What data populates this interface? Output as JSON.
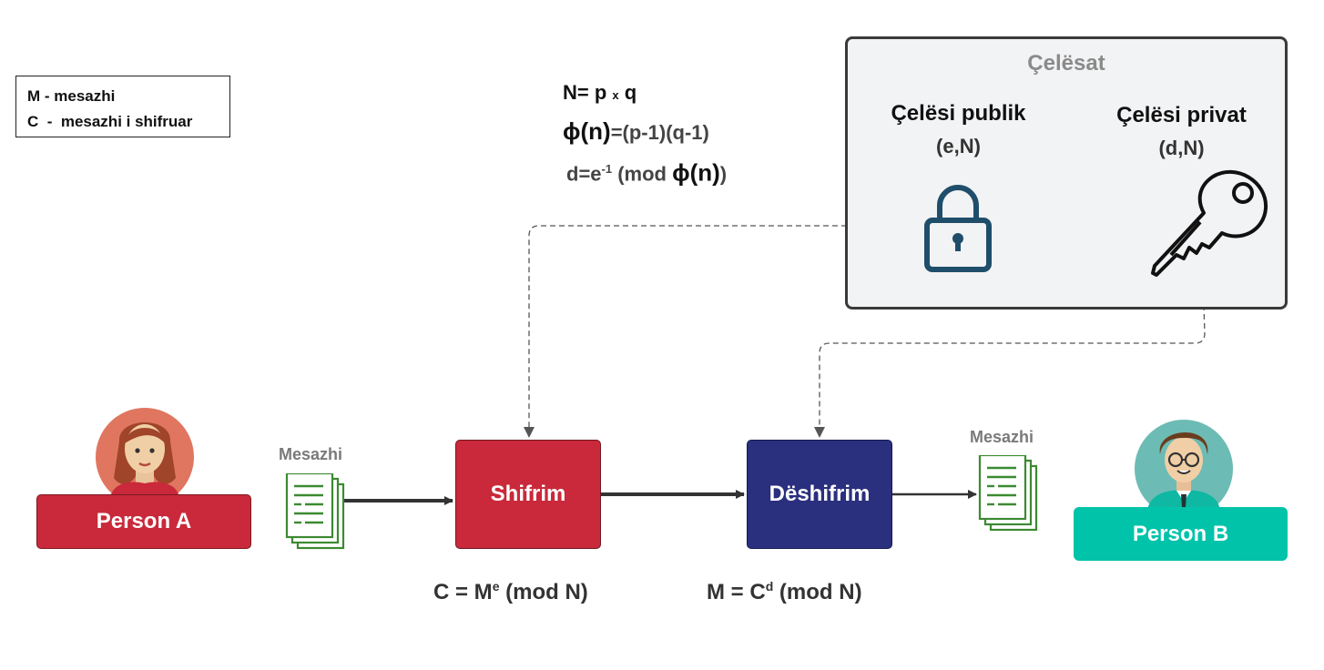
{
  "legend": {
    "line1": "M - mesazhi",
    "line2": "C  -  mesazhi i shifruar"
  },
  "formulas": {
    "n_main": "N= p ",
    "n_x": "x",
    "n_q": " q",
    "phi_left": "ϕ(n)",
    "phi_right": "=(p-1)(q-1)",
    "d_left": "d=e",
    "d_sup": "-1",
    "d_mid": " (mod ",
    "d_phi": "ϕ(n)",
    "d_end": ")"
  },
  "keys": {
    "title": "Çelësat",
    "public_name": "Çelësi publik",
    "public_value": "(e,N)",
    "private_name": "Çelësi privat",
    "private_value": "(d,N)",
    "public_icon": "padlock-icon",
    "private_icon": "key-icon"
  },
  "person_a": {
    "label": "Person A",
    "color": "#c9293a"
  },
  "person_b": {
    "label": "Person B",
    "color": "#00c3aa"
  },
  "message_in": {
    "label": "Mesazhi",
    "icon": "document-icon"
  },
  "message_out": {
    "label": "Mesazhi",
    "icon": "document-icon"
  },
  "encrypt": {
    "label": "Shifrim",
    "color": "#c9293a",
    "eq_main": "C = M",
    "eq_sup": "e",
    "eq_end": " (mod N)"
  },
  "decrypt": {
    "label": "Dëshifrim",
    "color": "#2a2f7e",
    "eq_main": "M = C",
    "eq_sup": "d",
    "eq_end": " (mod N)"
  }
}
